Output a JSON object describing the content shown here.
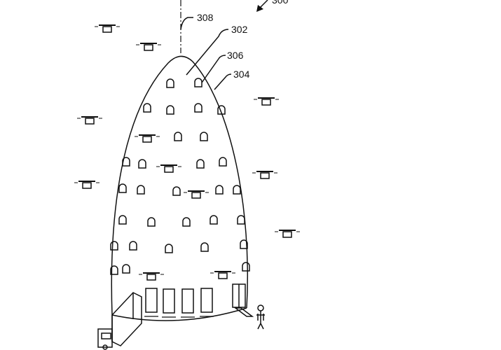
{
  "figure": {
    "reference_labels": {
      "system": "300",
      "structure": "302",
      "bay": "304",
      "drone": "306",
      "axis": "308"
    }
  }
}
